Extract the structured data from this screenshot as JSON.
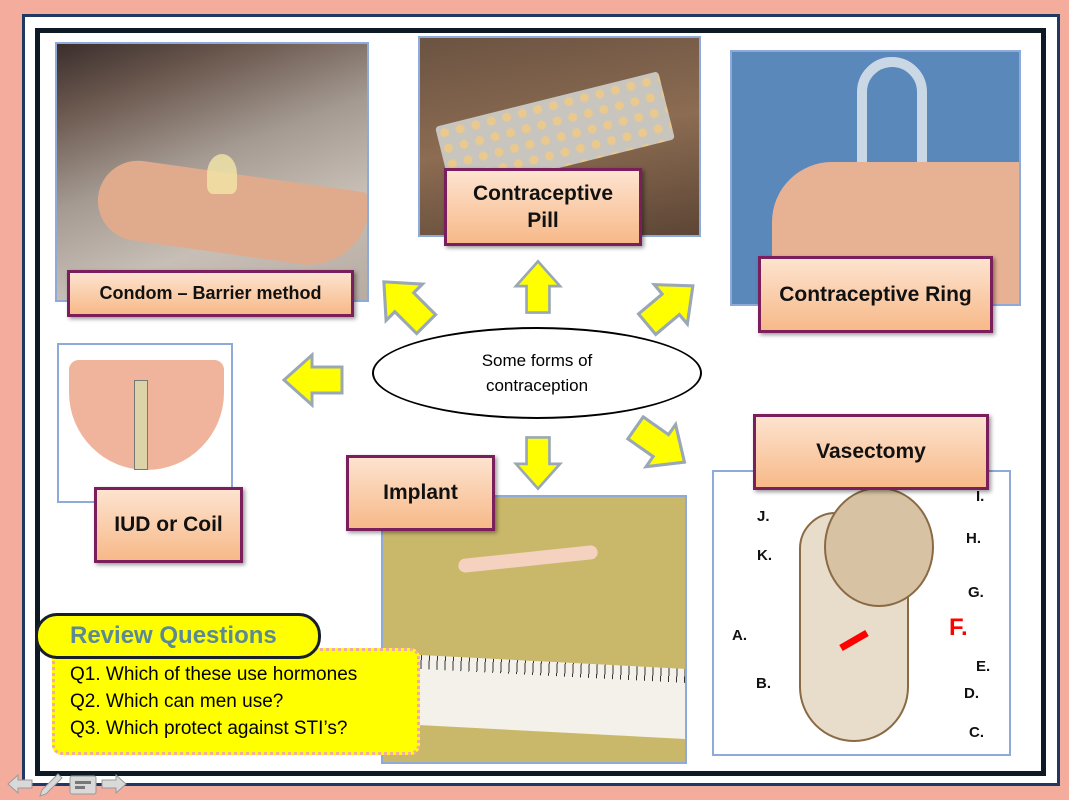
{
  "center": {
    "text_line1": "Some forms of",
    "text_line2": "contraception"
  },
  "methods": {
    "condom": "Condom – Barrier method",
    "pill": "Contraceptive Pill",
    "ring": "Contraceptive Ring",
    "iud": "IUD or Coil",
    "implant": "Implant",
    "vasectomy": "Vasectomy"
  },
  "diagram_labels": {
    "a": "A.",
    "b": "B.",
    "c": "C.",
    "d": "D.",
    "e": "E.",
    "f": "F.",
    "g": "G.",
    "h": "H.",
    "i": "I.",
    "j": "J.",
    "k": "K."
  },
  "review": {
    "title": "Review Questions",
    "questions": [
      "Q1. Which of these use hormones",
      "Q2. Which can men use?",
      "Q3. Which protect against STI’s?"
    ]
  },
  "colors": {
    "arrow": "#ffff00",
    "label_border": "#7a1f5c",
    "highlight": "#ff0000",
    "background": "#f4ad9c"
  },
  "nav": {
    "icons": [
      "back-arrow-icon",
      "pen-icon",
      "menu-icon",
      "forward-arrow-icon"
    ]
  }
}
